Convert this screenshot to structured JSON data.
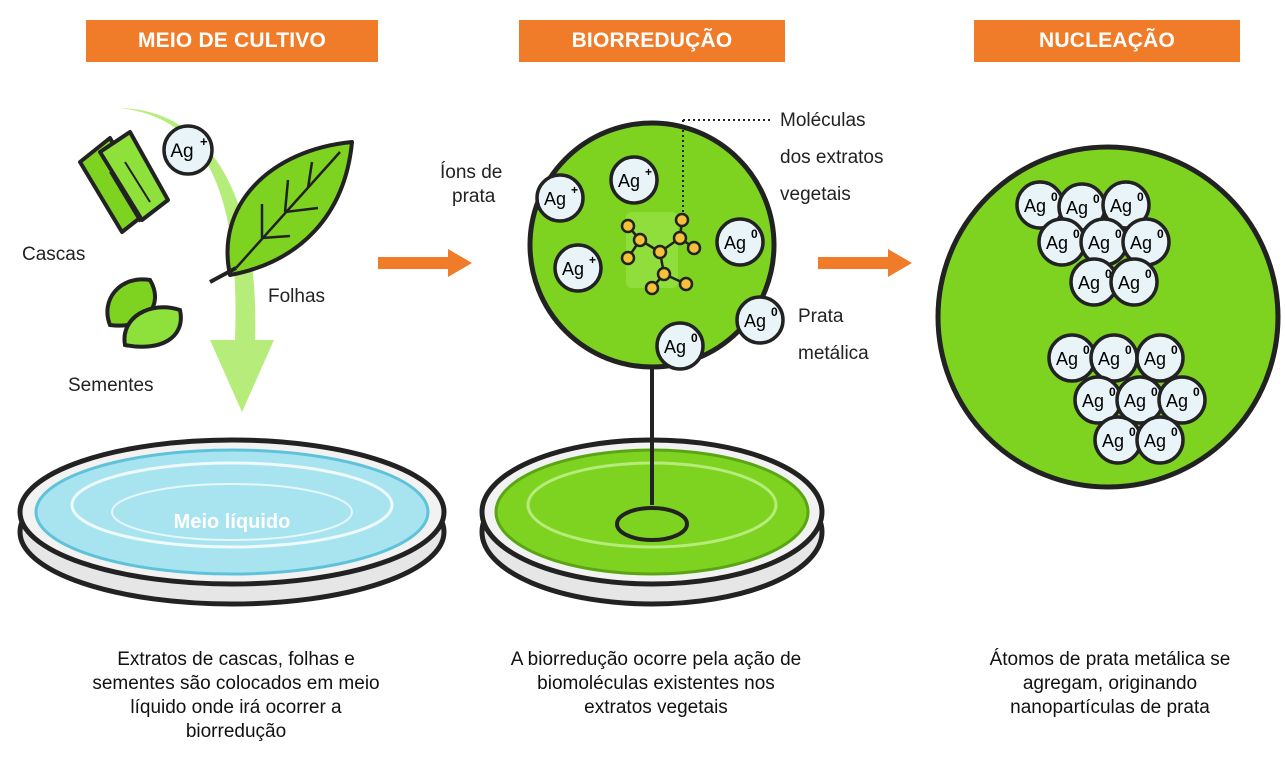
{
  "stages": [
    {
      "title": "MEIO DE CULTIVO",
      "caption": [
        "Extratos de cascas, folhas e",
        "sementes são colocados em meio",
        "líquido onde irá ocorrer a",
        "biorredução"
      ]
    },
    {
      "title": "BIORREDUÇÃO",
      "caption": [
        "A biorredução ocorre pela ação de",
        "biomoléculas existentes nos",
        "extratos vegetais"
      ]
    },
    {
      "title": "NUCLEAÇÃO",
      "caption": [
        "Átomos de prata metálica se",
        "agregam, originando",
        "nanopartículas de prata"
      ]
    }
  ],
  "labels": {
    "cascas": "Cascas",
    "folhas": "Folhas",
    "sementes": "Sementes",
    "meio_liquido": "Meio líquido",
    "ions": [
      "Íons de",
      "prata"
    ],
    "moleculas": [
      "Moléculas",
      "dos extratos",
      "vegetais"
    ],
    "prata_metalica": [
      "Prata",
      "metálica"
    ]
  },
  "atoms": {
    "element": "Ag",
    "ion_charge": "+",
    "metal_charge": "0"
  },
  "colors": {
    "banner": "#f07c2a",
    "arrow": "#f07c2a",
    "green": "#7ed321",
    "light_green": "#b6ec7a",
    "liquid": "#a8e4f0",
    "atom_fill": "#e8f4f8"
  },
  "icons": [
    "leaf-icon",
    "bark-icon",
    "seed-icon",
    "petri-dish-icon",
    "molecule-icon",
    "arrow-right-icon"
  ]
}
